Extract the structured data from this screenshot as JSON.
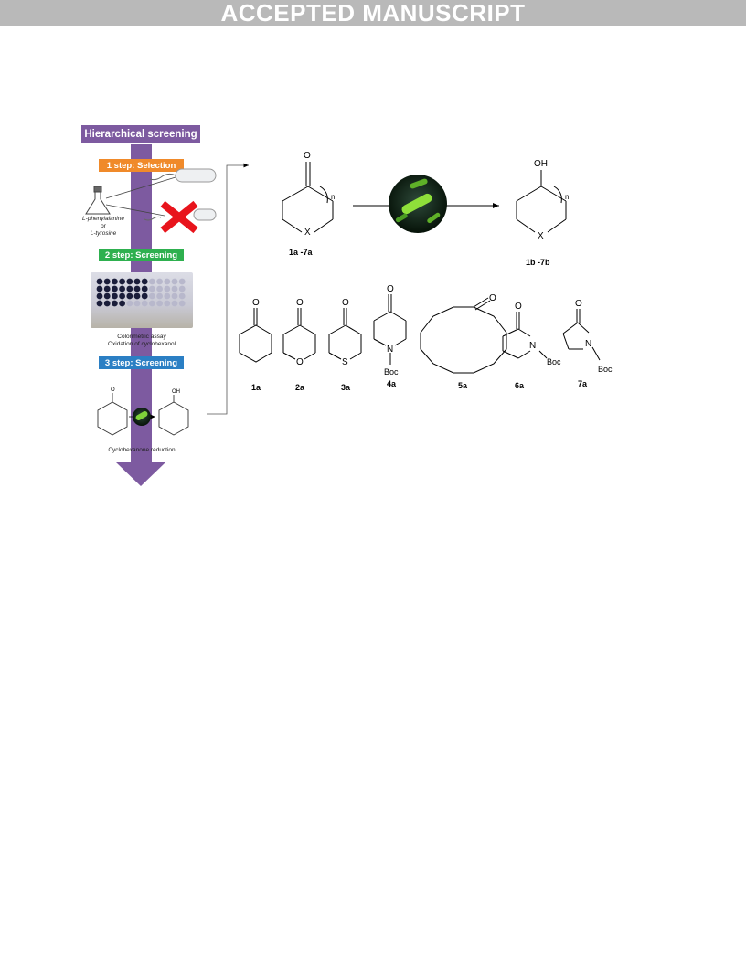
{
  "banner": "ACCEPTED MANUSCRIPT",
  "flow": {
    "title": "Hierarchical screening",
    "step1": "1 step: Selection",
    "step2": "2 step: Screening",
    "step3": "3 step: Screening",
    "substrate_line1": "L-phenylalanine",
    "substrate_or": "or",
    "substrate_line2": "L-tyrosine",
    "assay_line1": "Colorimetric assay",
    "assay_line2": "Oxidation of cyclohexanol",
    "reduction_caption": "Cyclohexanone reduction"
  },
  "scheme": {
    "substrate_label": "1a -7a",
    "product_label": "1b -7b",
    "atom_O": "O",
    "atom_OH": "OH",
    "atom_X": "X",
    "atom_n": "n",
    "atom_S": "S",
    "atom_N": "N",
    "boc": "Boc"
  },
  "compounds": [
    "1a",
    "2a",
    "3a",
    "4a",
    "5a",
    "6a",
    "7a"
  ],
  "colors": {
    "purple": "#7d5aa0",
    "orange": "#f08a2a",
    "green": "#2eb04f",
    "blue": "#2b7fc4",
    "banner_gray": "#b9b9b9",
    "cross_red": "#e8141c"
  }
}
